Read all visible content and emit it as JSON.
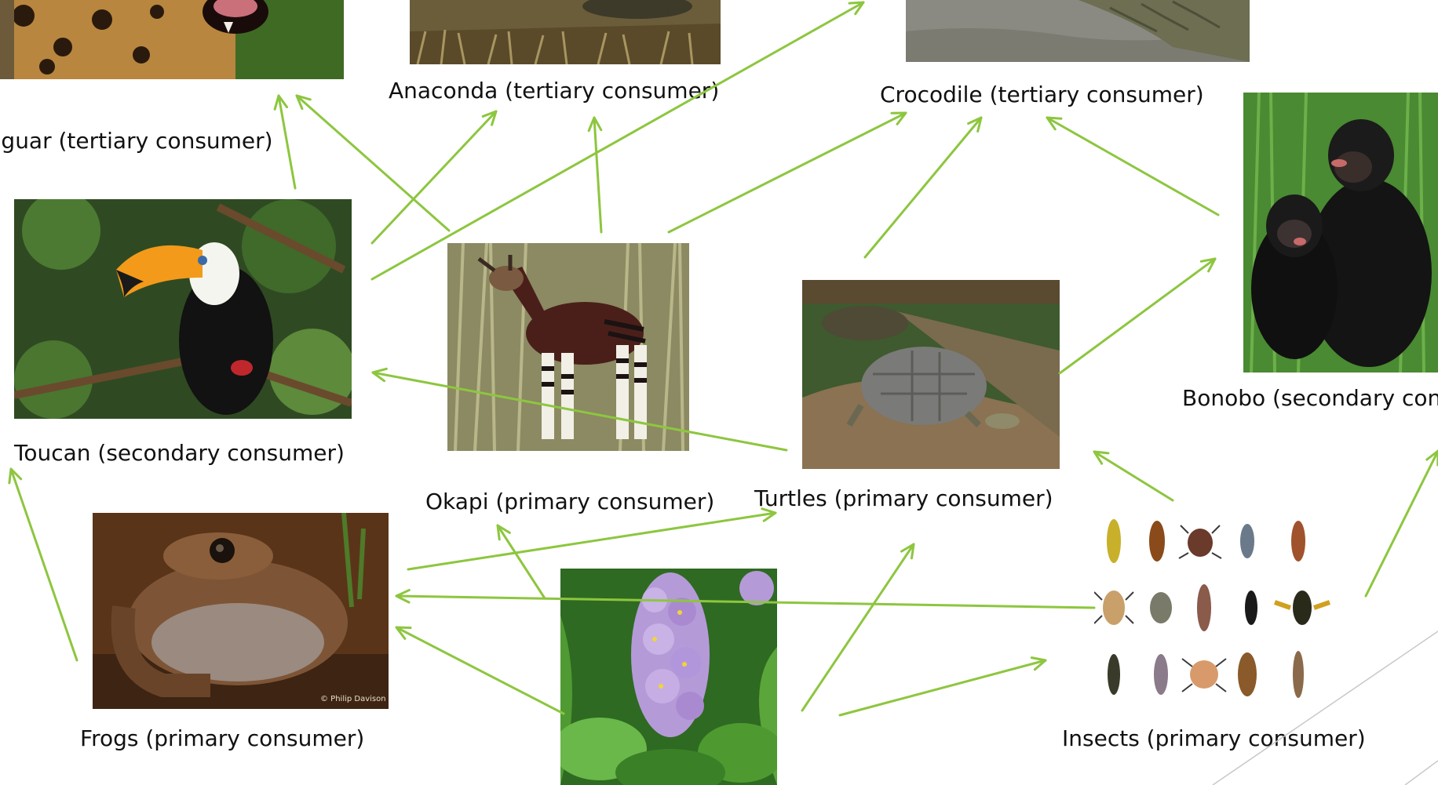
{
  "organisms": {
    "jaguar": "Jaguar (tertiary consumer)",
    "anaconda": "Anaconda (tertiary consumer)",
    "crocodile": "Crocodile (tertiary consumer)",
    "toucan": "Toucan (secondary consumer)",
    "bonobo": "Bonobo (secondary consumer)",
    "okapi": "Okapi (primary consumer)",
    "turtles": "Turtles (primary consumer)",
    "frogs": "Frogs (primary consumer)",
    "insects": "Insects (primary consumer)"
  },
  "photo_credit": "© Philip Davison",
  "colors": {
    "arrow": "#8dc63f",
    "label_text": "#111111",
    "background": "#ffffff",
    "corner_lines": "#c8c8c8"
  },
  "arrow_relations": [
    {
      "from": "toucan",
      "to": "jaguar"
    },
    {
      "from": "okapi",
      "to": "jaguar"
    },
    {
      "from": "toucan",
      "to": "anaconda"
    },
    {
      "from": "okapi",
      "to": "anaconda"
    },
    {
      "from": "toucan",
      "to": "crocodile"
    },
    {
      "from": "okapi",
      "to": "crocodile"
    },
    {
      "from": "turtles",
      "to": "crocodile"
    },
    {
      "from": "bonobo",
      "to": "crocodile"
    },
    {
      "from": "turtles",
      "to": "toucan"
    },
    {
      "from": "turtles",
      "to": "bonobo"
    },
    {
      "from": "frogs",
      "to": "toucan"
    },
    {
      "from": "frogs",
      "to": "turtles"
    },
    {
      "from": "insects",
      "to": "turtles"
    },
    {
      "from": "insects",
      "to": "frogs"
    },
    {
      "from": "insects",
      "to": "bonobo"
    },
    {
      "from": "water-hyacinth",
      "to": "okapi"
    },
    {
      "from": "water-hyacinth",
      "to": "frogs"
    },
    {
      "from": "water-hyacinth",
      "to": "turtles"
    },
    {
      "from": "water-hyacinth",
      "to": "insects"
    }
  ]
}
